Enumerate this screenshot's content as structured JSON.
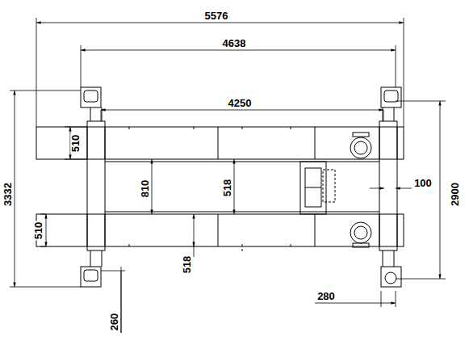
{
  "diagram": {
    "labels": [
      "5576",
      "4638",
      "4250",
      "3332",
      "510",
      "510",
      "810",
      "518",
      "100",
      "2900",
      "518",
      "280",
      "260"
    ]
  }
}
